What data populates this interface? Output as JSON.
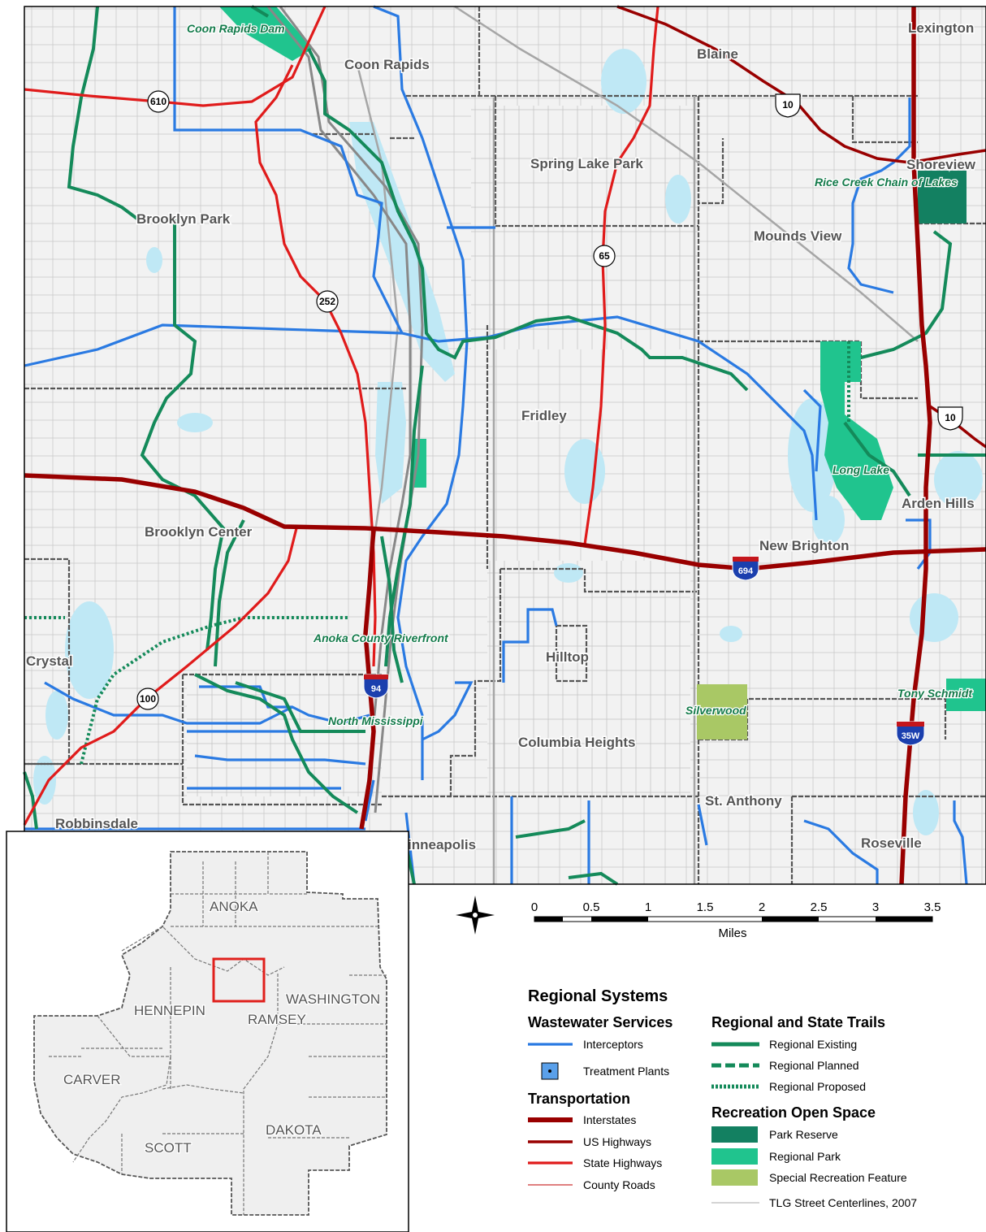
{
  "places": [
    {
      "name": "Coon Rapids"
    },
    {
      "name": "Blaine"
    },
    {
      "name": "Lexington"
    },
    {
      "name": "Spring Lake Park"
    },
    {
      "name": "Shoreview"
    },
    {
      "name": "Brooklyn Park"
    },
    {
      "name": "Mounds View"
    },
    {
      "name": "Fridley"
    },
    {
      "name": "Arden Hills"
    },
    {
      "name": "Brooklyn Center"
    },
    {
      "name": "New Brighton"
    },
    {
      "name": "Crystal"
    },
    {
      "name": "Hilltop"
    },
    {
      "name": "Columbia Heights"
    },
    {
      "name": "St. Anthony"
    },
    {
      "name": "Robbinsdale"
    },
    {
      "name": "inneapolis"
    },
    {
      "name": "Roseville"
    }
  ],
  "parks": [
    {
      "name": "Coon Rapids Dam"
    },
    {
      "name": "Rice Creek Chain of Lakes"
    },
    {
      "name": "Long Lake"
    },
    {
      "name": "Anoka County Riverfront"
    },
    {
      "name": "North Mississippi"
    },
    {
      "name": "Silverwood"
    },
    {
      "name": "Tony Schmidt"
    }
  ],
  "shields": [
    {
      "type": "state",
      "label": "610"
    },
    {
      "type": "state",
      "label": "252"
    },
    {
      "type": "state",
      "label": "65"
    },
    {
      "type": "state",
      "label": "100"
    },
    {
      "type": "us",
      "label": "10"
    },
    {
      "type": "us",
      "label": "10"
    },
    {
      "type": "interstate",
      "label": "694"
    },
    {
      "type": "interstate",
      "label": "94"
    },
    {
      "type": "interstate",
      "label": "35W"
    }
  ],
  "inset": {
    "counties": [
      {
        "name": "ANOKA"
      },
      {
        "name": "HENNEPIN"
      },
      {
        "name": "RAMSEY"
      },
      {
        "name": "WASHINGTON"
      },
      {
        "name": "CARVER"
      },
      {
        "name": "SCOTT"
      },
      {
        "name": "DAKOTA"
      }
    ]
  },
  "scale": {
    "ticks": [
      "0",
      "0.5",
      "1",
      "1.5",
      "2",
      "2.5",
      "3",
      "3.5"
    ],
    "unit": "Miles"
  },
  "legend": {
    "title": "Regional Systems",
    "wastewater": {
      "heading": "Wastewater Services",
      "items": [
        "Interceptors",
        "Treatment Plants"
      ]
    },
    "transportation": {
      "heading": "Transportation",
      "items": [
        "Interstates",
        "US Highways",
        "State Highways",
        "County Roads"
      ]
    },
    "trails": {
      "heading": "Regional and State Trails",
      "items": [
        "Regional Existing",
        "Regional Planned",
        "Regional Proposed"
      ]
    },
    "open_space": {
      "heading": "Recreation Open Space",
      "items": [
        "Park Reserve",
        "Regional Park",
        "Special Recreation Feature"
      ]
    },
    "streets": "TLG Street Centerlines, 2007"
  },
  "colors": {
    "interceptor": "#2a7ae2",
    "interstate": "#990000",
    "us_highway": "#990000",
    "state_highway": "#e01b1b",
    "county_road": "#e08080",
    "trail": "#148a5a",
    "park_reserve": "#138061",
    "regional_park": "#20c48e",
    "special_rec": "#a9c865",
    "water": "#bfe8f5",
    "land": "#f2f2f2"
  }
}
